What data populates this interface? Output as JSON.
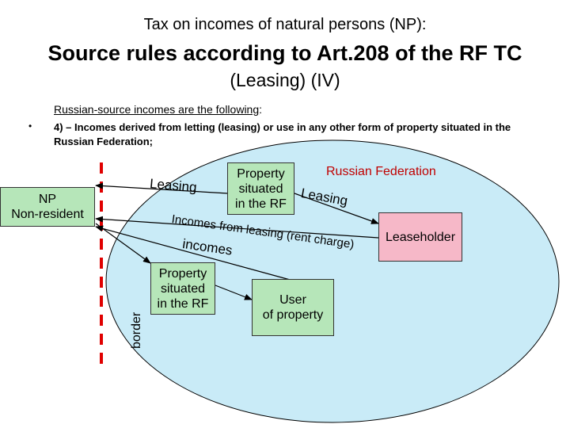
{
  "title": {
    "line1": "Tax on incomes of natural persons (NP):",
    "line2": "Source rules according to Art.208 of the RF TC",
    "line3": "(Leasing) (IV)"
  },
  "intro": {
    "text": "Russian-source incomes are the following",
    "suffix": ":"
  },
  "bullet": {
    "marker": "•",
    "text": "4) – Incomes derived from letting (leasing) or use in any other form of property situated in the Russian Federation;"
  },
  "diagram": {
    "np_box": {
      "line1": "NP",
      "line2": "Non-resident"
    },
    "property_box_top": {
      "line1": "Property",
      "line2": "situated",
      "line3": "in the RF"
    },
    "property_box_bottom": {
      "line1": "Property",
      "line2": "situated",
      "line3": "in the RF"
    },
    "leaseholder_box": "Leaseholder",
    "user_box": {
      "line1": "User",
      "line2": "of property"
    },
    "rf_label": "Russian Federation",
    "border_label": "border",
    "leasing_left": "Leasing",
    "leasing_right": "Leasing",
    "incomes_rent": "Incomes from leasing (rent charge)",
    "incomes_small": "incomes"
  },
  "colors": {
    "ellipse_fill": "#c9ebf7",
    "box_green": "#b6e6b9",
    "box_pink": "#f6b8c8",
    "border_line": "#e00000",
    "rf_text": "#c00000"
  }
}
